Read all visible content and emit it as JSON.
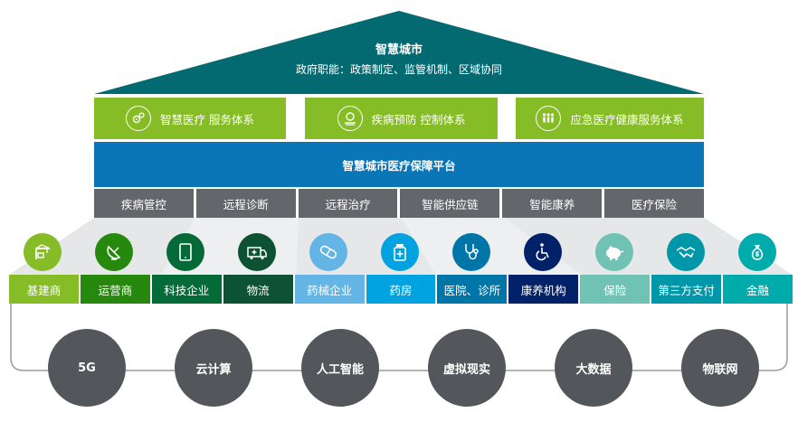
{
  "roof": {
    "title": "智慧城市",
    "subtitle": "政府职能：政策制定、监管机制、区域协同",
    "color": "#046a72"
  },
  "systems": [
    {
      "label": "智慧医疗 服务体系",
      "icon": "gears-icon"
    },
    {
      "label": "疾病预防 控制体系",
      "icon": "coin-hand-icon"
    },
    {
      "label": "应急医疗健康服务体系",
      "icon": "people-group-icon"
    }
  ],
  "platform": {
    "label": "智慧城市医疗保障平台"
  },
  "services": [
    "疾病管控",
    "远程诊断",
    "远程治疗",
    "智能供应链",
    "智能康养",
    "医疗保险"
  ],
  "actors": [
    {
      "label": "基建商",
      "color": "#86bc25",
      "icon": "crane-icon"
    },
    {
      "label": "运营商",
      "color": "#26890d",
      "icon": "satellite-dish-icon"
    },
    {
      "label": "科技企业",
      "color": "#046a38",
      "icon": "tablet-icon"
    },
    {
      "label": "物流",
      "color": "#0d5232",
      "icon": "ambulance-icon"
    },
    {
      "label": "药械企业",
      "color": "#62b5e5",
      "icon": "pill-icon"
    },
    {
      "label": "药房",
      "color": "#00a3e0",
      "icon": "medicine-bottle-icon"
    },
    {
      "label": "医院、诊所",
      "color": "#0076a8",
      "icon": "stethoscope-icon"
    },
    {
      "label": "康养机构",
      "color": "#012169",
      "icon": "wheelchair-icon"
    },
    {
      "label": "保险",
      "color": "#6fc2b4",
      "icon": "piggy-bank-icon"
    },
    {
      "label": "第三方支付",
      "color": "#0097a9",
      "icon": "handshake-icon"
    },
    {
      "label": "金融",
      "color": "#00abab",
      "icon": "money-bag-icon"
    }
  ],
  "technologies": [
    "5G",
    "云计算",
    "人工智能",
    "虚拟现实",
    "大数据",
    "物联网"
  ]
}
